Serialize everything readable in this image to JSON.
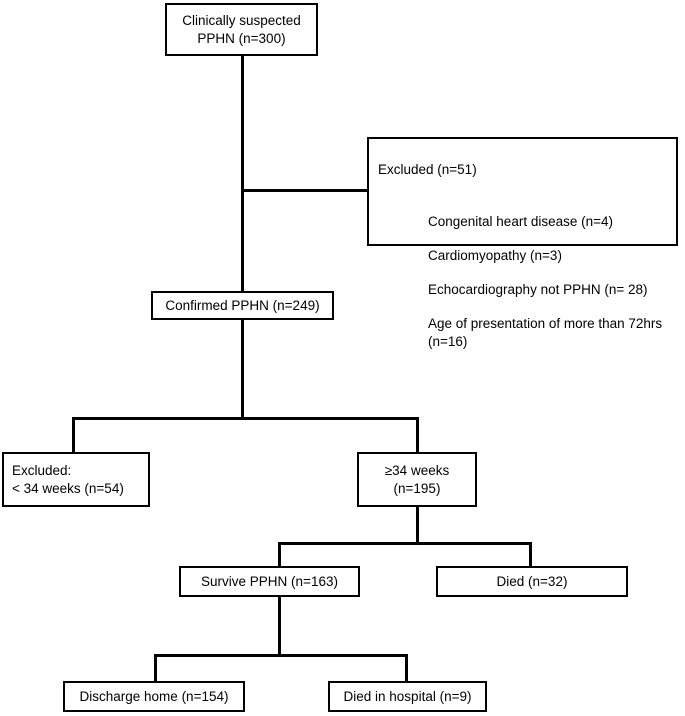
{
  "chart_data": {
    "type": "flowchart",
    "title": "",
    "nodes": [
      {
        "id": "suspected",
        "label": "Clinically suspected\nPPHN (n=300)",
        "n": 300
      },
      {
        "id": "excluded51",
        "label": "Excluded (n=51)",
        "n": 51
      },
      {
        "id": "confirmed",
        "label": "Confirmed PPHN (n=249)",
        "n": 249
      },
      {
        "id": "excluded54",
        "label": "Excluded:\n< 34 weeks (n=54)",
        "n": 54
      },
      {
        "id": "ge34",
        "label": "≥34 weeks\n(n=195)",
        "n": 195
      },
      {
        "id": "survive",
        "label": "Survive PPHN (n=163)",
        "n": 163
      },
      {
        "id": "died32",
        "label": "Died (n=32)",
        "n": 32
      },
      {
        "id": "discharge",
        "label": "Discharge home (n=154)",
        "n": 154
      },
      {
        "id": "died9",
        "label": "Died in hospital (n=9)",
        "n": 9
      }
    ],
    "edges": [
      {
        "from": "suspected",
        "to": "confirmed"
      },
      {
        "from": "suspected",
        "to": "excluded51"
      },
      {
        "from": "confirmed",
        "to": "excluded54"
      },
      {
        "from": "confirmed",
        "to": "ge34"
      },
      {
        "from": "ge34",
        "to": "survive"
      },
      {
        "from": "ge34",
        "to": "died32"
      },
      {
        "from": "survive",
        "to": "discharge"
      },
      {
        "from": "survive",
        "to": "died9"
      }
    ]
  },
  "boxes": {
    "suspected": {
      "line1": "Clinically suspected",
      "line2": "PPHN (n=300)",
      "text": "Clinically suspected\nPPHN (n=300)"
    },
    "excluded51": {
      "heading": "Excluded (n=51)",
      "items": [
        "Congenital heart disease (n=4)",
        "Cardiomyopathy (n=3)",
        "Echocardiography not PPHN (n= 28)",
        "Age of presentation of more than 72hrs\n(n=16)"
      ]
    },
    "confirmed": {
      "text": "Confirmed PPHN (n=249)"
    },
    "excluded54": {
      "line1": "Excluded:",
      "line2": "< 34 weeks (n=54)",
      "text": "Excluded:\n< 34 weeks (n=54)"
    },
    "ge34": {
      "line1": "≥34 weeks",
      "line2": "(n=195)",
      "text": "≥34 weeks\n(n=195)"
    },
    "survive": {
      "text": "Survive PPHN (n=163)"
    },
    "died32": {
      "text": "Died (n=32)"
    },
    "discharge": {
      "text": "Discharge home (n=154)"
    },
    "died9": {
      "text": "Died in hospital (n=9)"
    }
  },
  "colors": {
    "stroke": "#000000",
    "fill": "#ffffff",
    "text": "#000000"
  }
}
